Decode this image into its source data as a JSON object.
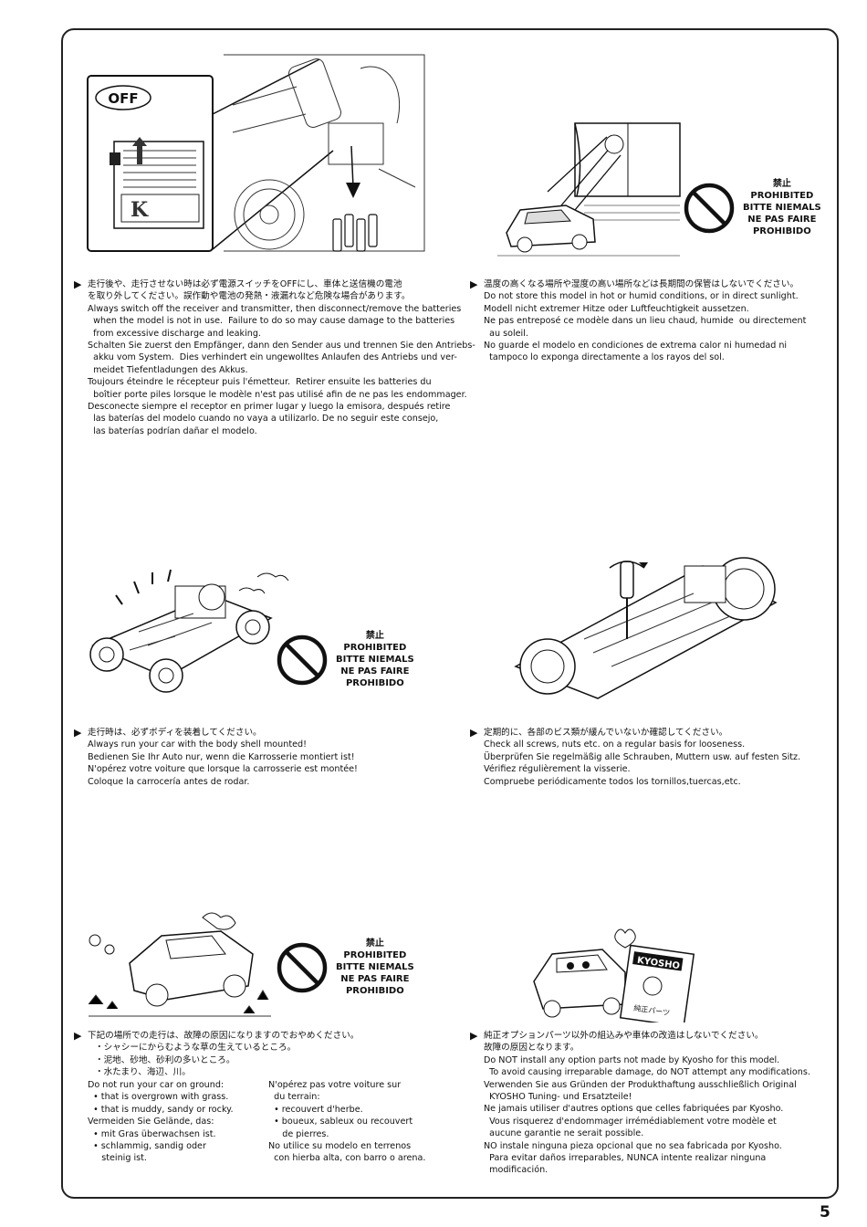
{
  "page_number": "5",
  "prohibited_badge": [
    "禁止",
    "PROHIBITED",
    "BITTE NIEMALS",
    "NE PAS FAIRE",
    "PROHIBIDO"
  ],
  "off_label": "OFF",
  "kyosho_label": "KYOSHO",
  "genuine_parts_label": "純正パーツ",
  "sections": {
    "switch_off": {
      "lines": [
        "走行後や、走行させない時は必ず電源スイッチをOFFにし、車体と送信機の電池",
        "を取り外してください。誤作動や電池の発熱・液漏れなど危険な場合があります。",
        "Always switch off the receiver and transmitter, then disconnect/remove the batteries",
        "  when the model is not in use.  Failure to do so may cause damage to the batteries",
        "  from excessive discharge and leaking.",
        "Schalten Sie zuerst den Empfänger, dann den Sender aus und trennen Sie den Antriebs-",
        "  akku vom System.  Dies verhindert ein ungewolltes Anlaufen des Antriebs und ver-",
        "  meidet Tiefentladungen des Akkus.",
        "Toujours éteindre le récepteur puis l'émetteur.  Retirer ensuite les batteries du",
        "  boîtier porte piles lorsque le modèle n'est pas utilisé afin de ne pas les endommager.",
        "Desconecte siempre el receptor en primer lugar y luego la emisora, después retire",
        "  las baterías del modelo cuando no vaya a utilizarlo. De no seguir este consejo,",
        "  las baterías podrían dañar el modelo."
      ]
    },
    "storage": {
      "lines": [
        "温度の高くなる場所や湿度の高い場所などは長期間の保管はしないでください。",
        "Do not store this model in hot or humid conditions, or in direct sunlight.",
        "Modell nicht extremer Hitze oder Luftfeuchtigkeit aussetzen.",
        "Ne pas entreposé ce modèle dans un lieu chaud, humide  ou directement",
        "  au soleil.",
        "No guarde el modelo en condiciones de extrema calor ni humedad ni",
        "  tampoco lo exponga directamente a los rayos del sol."
      ]
    },
    "body_mounted": {
      "lines": [
        "走行時は、必ずボディを装着してください。",
        "Always run your car with the body shell mounted!",
        "Bedienen Sie Ihr Auto nur, wenn die Karrosserie montiert ist!",
        "N'opérez votre voiture que lorsque la carrosserie est montée!",
        "Coloque la carrocería antes de rodar."
      ]
    },
    "check_screws": {
      "lines": [
        "定期的に、各部のビス類が緩んでいないか確認してください。",
        "Check all screws, nuts etc. on a regular basis for looseness.",
        "Überprüfen Sie regelmäßig alle Schrauben, Muttern usw. auf festen Sitz.",
        "Vérifiez régulièrement la visserie.",
        "Compruebe periódicamente todos los tornillos,tuercas,etc."
      ]
    },
    "ground": {
      "jp_lines": [
        "下記の場所での走行は、故障の原因になりますのでおやめください。",
        "・シャシーにからむような草の生えているところ。",
        "・泥地、砂地、砂利の多いところ。",
        "・水たまり、海辺、川。"
      ],
      "col1": [
        "Do not run your car on ground:",
        "  • that is overgrown with grass.",
        "  • that is muddy, sandy or rocky.",
        "",
        "Vermeiden Sie Gelände, das:",
        "  • mit Gras überwachsen ist.",
        "  • schlammig, sandig oder",
        "     steinig ist."
      ],
      "col2": [
        "N'opérez pas votre voiture sur",
        "  du terrain:",
        "  • recouvert d'herbe.",
        "  • boueux, sableux ou recouvert",
        "     de pierres.",
        "",
        "No utilice su modelo en terrenos",
        "  con hierba alta, con barro o arena."
      ]
    },
    "option_parts": {
      "lines": [
        "純正オプションパーツ以外の組込みや車体の改造はしないでください。",
        "故障の原因となります。",
        "Do NOT install any option parts not made by Kyosho for this model.",
        "  To avoid causing irreparable damage, do NOT attempt any modifications.",
        "Verwenden Sie aus Gründen der Produkthaftung ausschließlich Original",
        "  KYOSHO Tuning- und Ersatzteile!",
        "Ne jamais utiliser d'autres options que celles fabriquées par Kyosho.",
        "  Vous risquerez d'endommager irrémédiablement votre modèle et",
        "  aucune garantie ne serait possible.",
        "NO instale ninguna pieza opcional que no sea fabricada por Kyosho.",
        "  Para evitar daños irreparables, NUNCA intente realizar ninguna",
        "  modificación."
      ]
    }
  }
}
